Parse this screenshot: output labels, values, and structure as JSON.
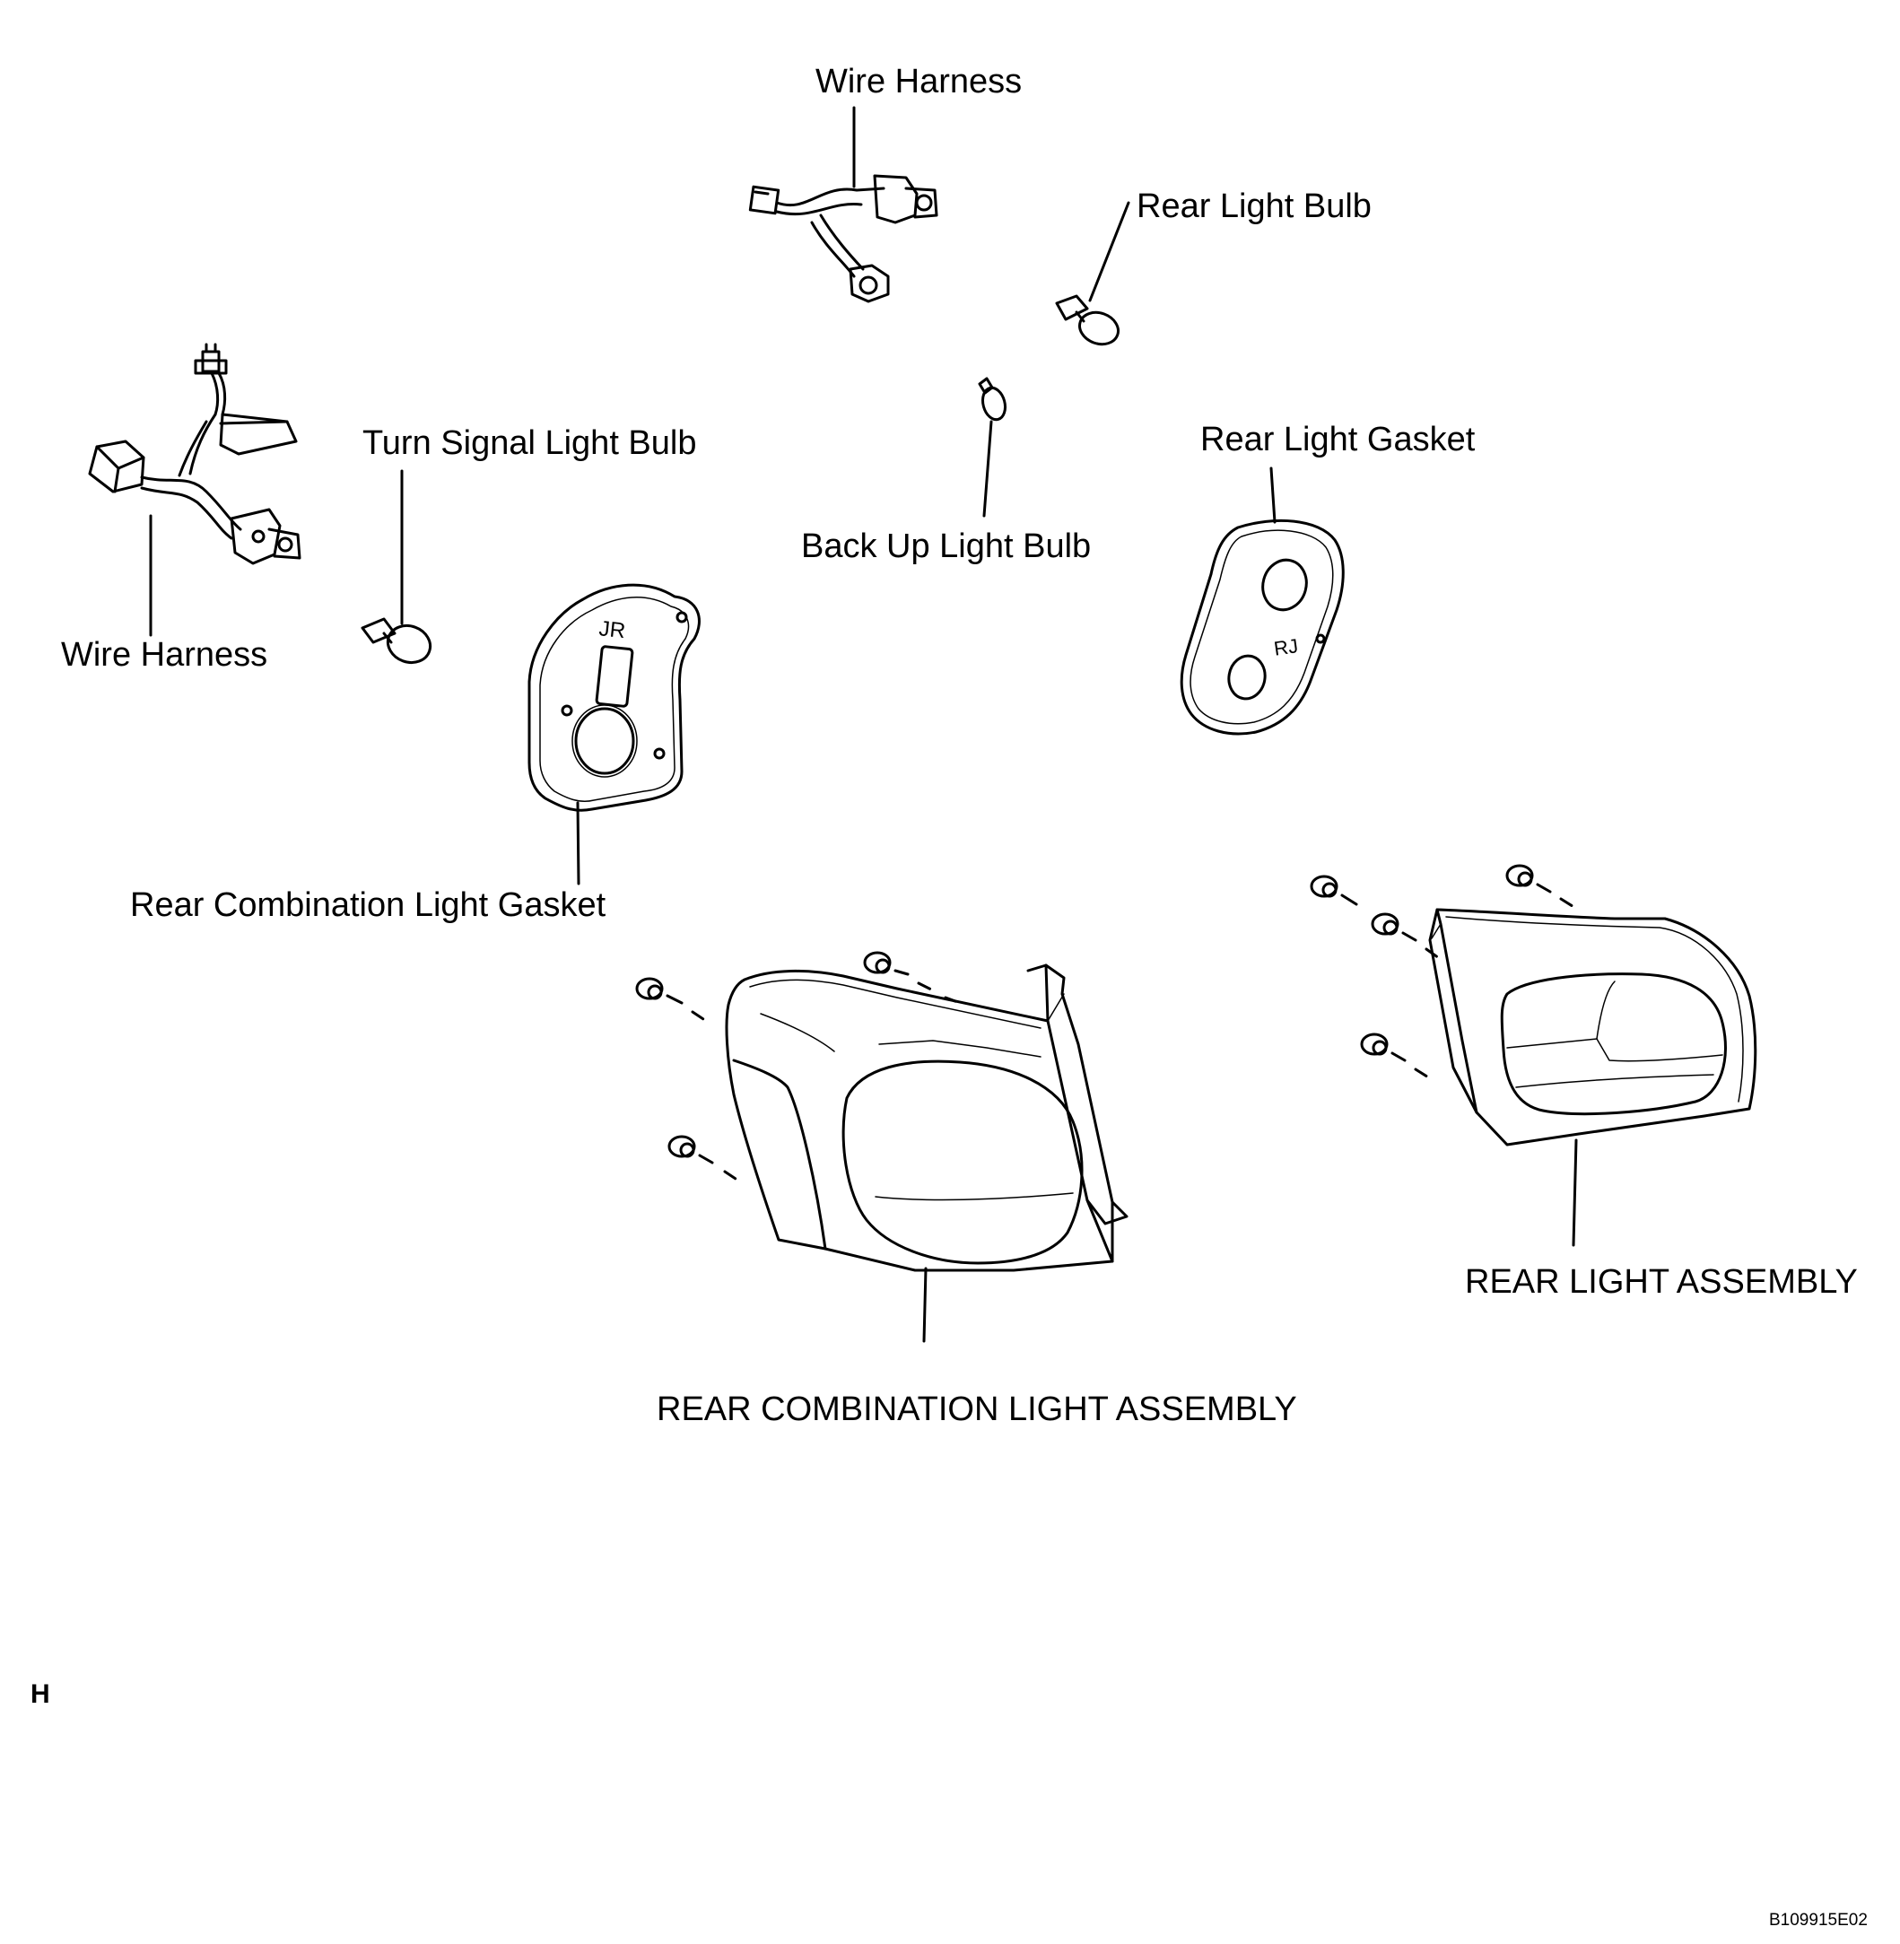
{
  "labels": {
    "wire_harness_top": "Wire Harness",
    "rear_light_bulb": "Rear Light Bulb",
    "turn_signal_bulb": "Turn Signal Light Bulb",
    "back_up_bulb": "Back Up Light Bulb",
    "rear_light_gasket": "Rear Light Gasket",
    "wire_harness_left": "Wire Harness",
    "rear_combination_gasket": "Rear Combination Light Gasket",
    "rear_light_assembly": "REAR LIGHT ASSEMBLY",
    "rear_combination_assembly": "REAR COMBINATION LIGHT ASSEMBLY"
  },
  "corner_mark": "H",
  "figure_code": "B109915E02"
}
